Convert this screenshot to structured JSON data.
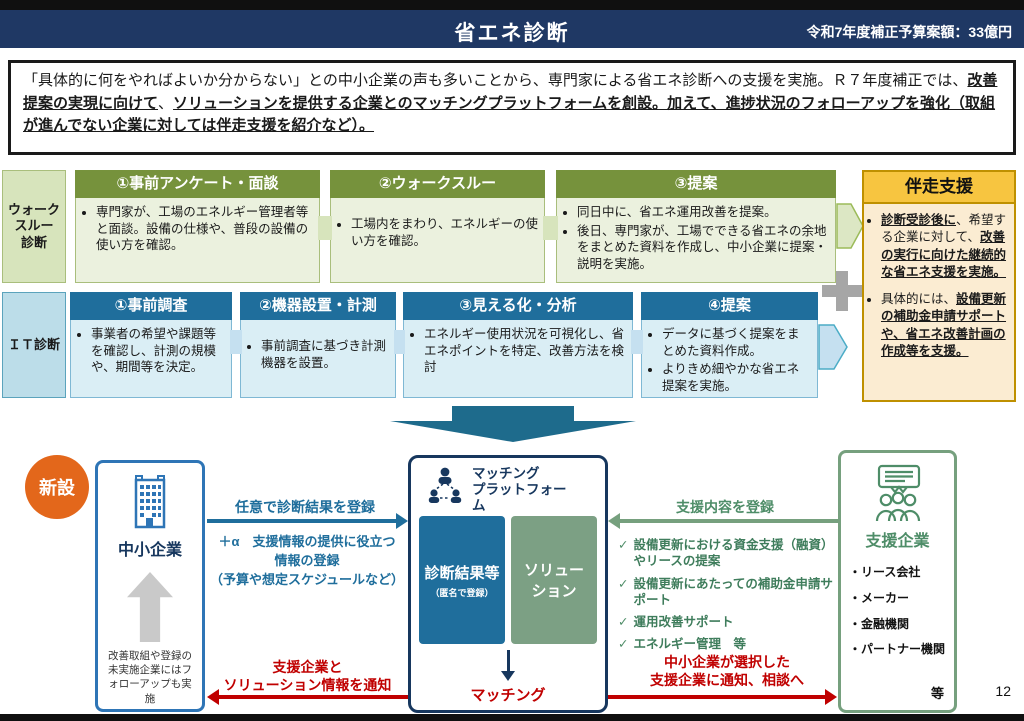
{
  "header": {
    "title": "省エネ診断",
    "budget": "令和7年度補正予算案額：33億円"
  },
  "intro": {
    "segments": [
      {
        "t": "「具体的に何をやればよいか分からない」との中小企業の声も多いことから、専門家による省エネ診断への支援を実施。Ｒ７年度補正では、",
        "b": false
      },
      {
        "t": "改善提案の実現に向けて",
        "b": true
      },
      {
        "t": "、",
        "b": false
      },
      {
        "t": "ソリューションを提供する企業とのマッチングプラットフォームを創設。加えて、進捗状況のフォローアップを強化（取組が進んでない企業に対しては伴走支援を紹介など）。",
        "b": true
      }
    ]
  },
  "walkthrough": {
    "label_lines": [
      "ウォーク",
      "スルー",
      "診断"
    ],
    "steps": [
      {
        "title": "①事前アンケート・面談",
        "bullets": [
          "専門家が、工場のエネルギー管理者等と面談。設備の仕様や、普段の設備の使い方を確認。"
        ]
      },
      {
        "title": "②ウォークスルー",
        "bullets": [
          "工場内をまわり、エネルギーの使い方を確認。"
        ]
      },
      {
        "title": "③提案",
        "bullets": [
          "同日中に、省エネ運用改善を提案。",
          "後日、専門家が、工場でできる省エネの余地をまとめた資料を作成し、中小企業に提案・説明を実施。"
        ]
      }
    ]
  },
  "it": {
    "label": "ＩＴ診断",
    "steps": [
      {
        "title": "①事前調査",
        "bullets": [
          "事業者の希望や課題等を確認し、計測の規模や、期間等を決定。"
        ]
      },
      {
        "title": "②機器設置・計測",
        "bullets": [
          "事前調査に基づき計測機器を設置。"
        ]
      },
      {
        "title": "③見える化・分析",
        "bullets": [
          "エネルギー使用状況を可視化し、省エネポイントを特定、改善方法を検討"
        ]
      },
      {
        "title": "④提案",
        "bullets": [
          "データに基づく提案をまとめた資料作成。",
          "よりきめ細やかな省エネ提案を実施。"
        ]
      }
    ]
  },
  "support": {
    "title": "伴走支援",
    "bullets": [
      [
        {
          "t": "診断受診後に",
          "b": true
        },
        {
          "t": "、希望する企業に対して、",
          "b": false
        },
        {
          "t": "改善の実行に向けた継続的な省エネ支援を実施。",
          "b": true
        }
      ],
      [
        {
          "t": "具体的には、",
          "b": false
        },
        {
          "t": "設備更新の補助金申請サポートや、省エネ改善計画の作成等を支援。",
          "b": true
        }
      ]
    ]
  },
  "diagram": {
    "new_badge": "新設",
    "sme": {
      "name": "中小企業",
      "note": "改善取組や登録の未実施企業にはフォローアップも実施"
    },
    "platform": {
      "title_lines": [
        "マッチング",
        "プラットフォーム"
      ],
      "left_box": "診断結果等",
      "left_box_sub": "（匿名で登録）",
      "right_box": "ソリューション",
      "matching": "マッチング"
    },
    "register_label": "任意で診断結果を登録",
    "plus_alpha": [
      "＋α　支援情報の提供に役立つ",
      "情報の登録",
      "（予算や想定スケジュールなど）"
    ],
    "notify_left": [
      "支援企業と",
      "ソリューション情報を通知"
    ],
    "support_register_label": "支援内容を登録",
    "checklist": [
      "設備更新における資金支援（融資）やリースの提案",
      "設備更新にあたっての補助金申請サポート",
      "運用改善サポート",
      "エネルギー管理　等"
    ],
    "notify_right": [
      "中小企業が選択した",
      "支援企業に通知、相談へ"
    ],
    "supporters": {
      "name": "支援企業",
      "items": [
        "・リース会社",
        "・メーカー",
        "・金融機関",
        "・パートナー機関"
      ],
      "etc": "等"
    }
  },
  "page_number": "12",
  "icons": {
    "check": "✓"
  },
  "colors": {
    "header_navy": "#1F3864",
    "olive": "#76923C",
    "olive_light": "#EBF1DE",
    "teal": "#1F6E9C",
    "teal_light": "#DAEEF5",
    "gold": "#F7C540",
    "tan": "#FBECD2",
    "orange": "#E3671B",
    "blue": "#2E75B6",
    "navy": "#17375E",
    "sage": "#7CA084",
    "green": "#4E8D68",
    "red": "#C00000",
    "gray": "#A6A6A6"
  }
}
